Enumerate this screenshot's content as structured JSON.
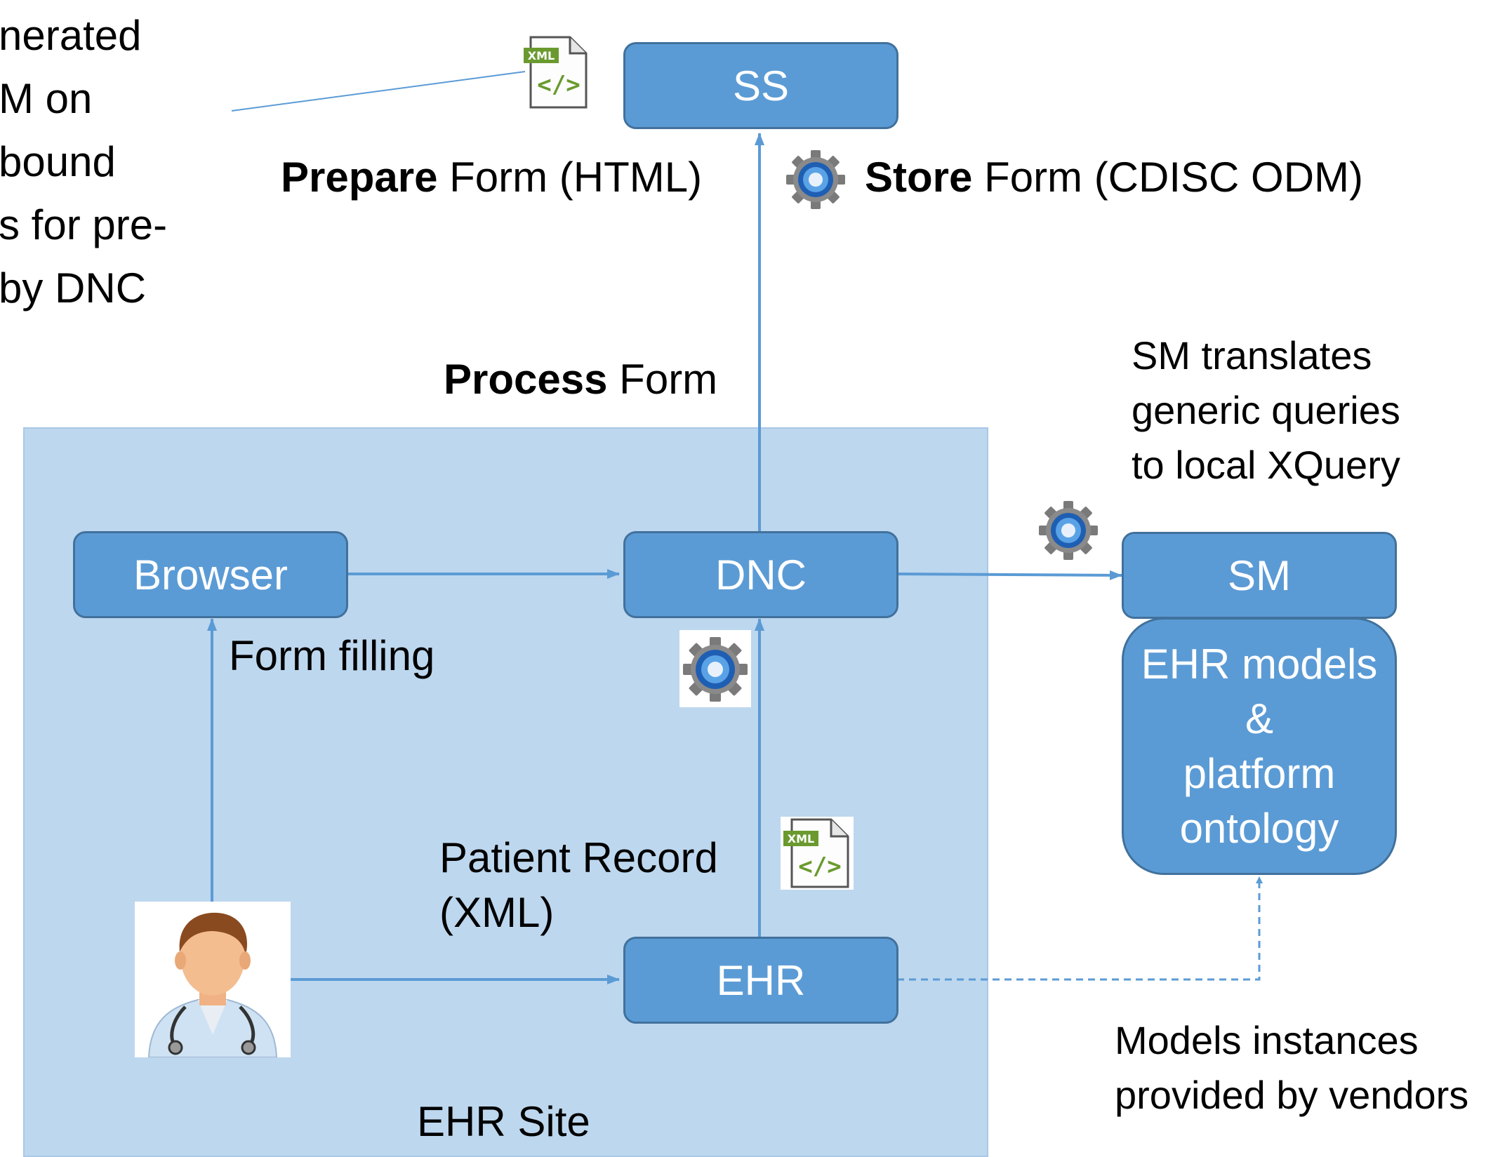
{
  "note_left": {
    "lines": [
      "nerated",
      "M on",
      "bound",
      "s for pre-",
      "by DNC"
    ]
  },
  "labels": {
    "prepare_bold": "Prepare",
    "prepare_rest": " Form (HTML)",
    "store_bold": "Store",
    "store_rest": " Form (CDISC ODM)",
    "process_bold": "Process",
    "process_rest": " Form",
    "form_filling": "Form filling",
    "patient_record_line1": "Patient Record",
    "patient_record_line2": "(XML)",
    "sm_note_line1": "SM translates",
    "sm_note_line2": "generic queries",
    "sm_note_line3": "to local XQuery",
    "vendors_line1": "Models instances",
    "vendors_line2": "provided by vendors",
    "site": "EHR Site"
  },
  "nodes": {
    "ss": "SS",
    "browser": "Browser",
    "dnc": "DNC",
    "sm": "SM",
    "ehr": "EHR",
    "models_line1": "EHR models",
    "models_line2": "&",
    "models_line3": "platform",
    "models_line4": "ontology"
  },
  "icons": {
    "xml_badge": "XML",
    "xml_symbol": "</>"
  },
  "colors": {
    "box_fill": "#5b9bd5",
    "box_border": "#41719c",
    "site_fill": "#bdd7ee",
    "arrow": "#5b9bd5"
  }
}
